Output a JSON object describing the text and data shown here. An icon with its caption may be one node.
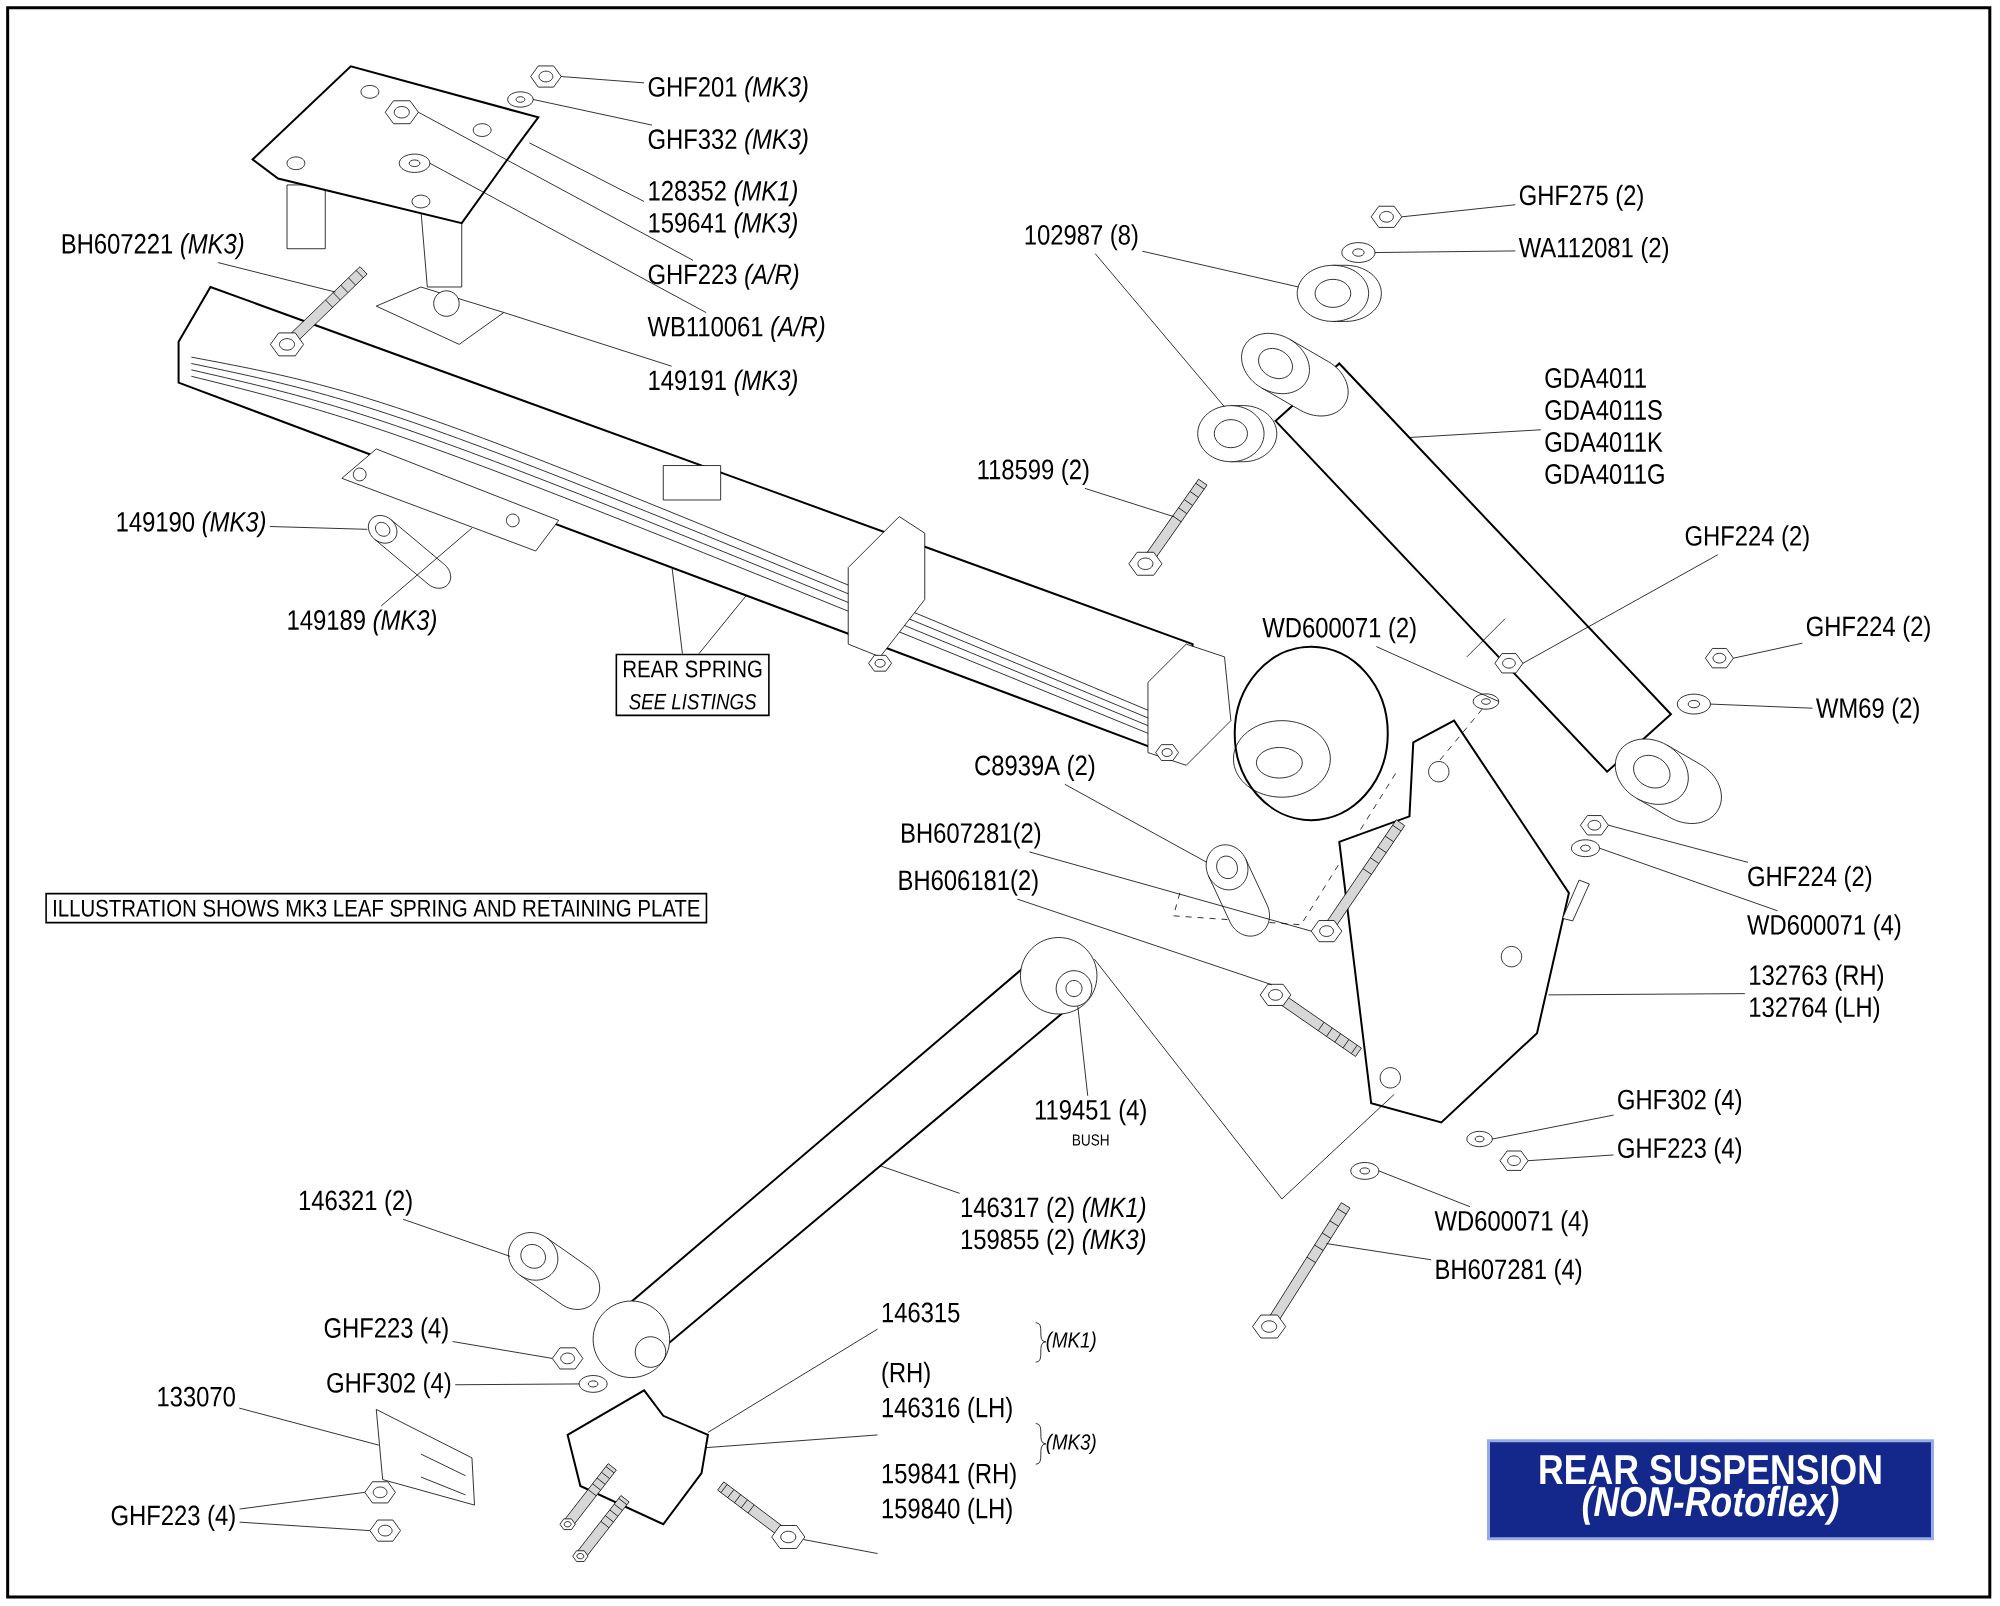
{
  "diagram": {
    "nodes": [
      {
        "text": [
          "GHF201 *(MK3)*"
        ]
      },
      {
        "text": [
          "GHF332 *(MK3)*"
        ]
      },
      {
        "text": [
          "128352 *(MK1)*",
          "159641 *(MK3)*"
        ]
      },
      {
        "text": [
          "GHF223 *(A/R)*"
        ]
      },
      {
        "text": [
          "WB110061 *(A/R)*"
        ]
      },
      {
        "text": [
          "149191 *(MK3)*"
        ]
      },
      {
        "text": [
          "BH607221 *(MK3)*"
        ]
      },
      {
        "text": [
          "149190 *(MK3)*"
        ]
      },
      {
        "text": [
          "149189 *(MK3)*"
        ]
      },
      {
        "text": [
          "REAR SPRING",
          "SEE LISTINGS"
        ]
      },
      {
        "text": [
          "ILLUSTRATION SHOWS MK3 LEAF SPRING AND RETAINING PLATE"
        ]
      },
      {
        "text": [
          "102987 (8)"
        ]
      },
      {
        "text": [
          "GHF275 (2)"
        ]
      },
      {
        "text": [
          "WA112081 (2)"
        ]
      },
      {
        "text": [
          "GDA4011",
          "GDA4011S",
          "GDA4011K",
          "GDA4011G"
        ]
      },
      {
        "text": [
          "118599 (2)"
        ]
      },
      {
        "text": [
          "GHF224 (2)"
        ]
      },
      {
        "text": [
          "WD600071 (2)"
        ]
      },
      {
        "text": [
          "GHF224 (2)"
        ]
      },
      {
        "text": [
          "WM69 (2)"
        ]
      },
      {
        "text": [
          "C8939A (2)"
        ]
      },
      {
        "text": [
          "BH607281(2)"
        ]
      },
      {
        "text": [
          "BH606181(2)"
        ]
      },
      {
        "text": [
          "GHF224 (2)"
        ]
      },
      {
        "text": [
          "WD600071 (4)"
        ]
      },
      {
        "text": [
          "132763 (RH)",
          "132764 (LH)"
        ]
      },
      {
        "text": [
          "119451 (4)",
          "BUSH"
        ]
      },
      {
        "text": [
          "GHF302 (4)"
        ]
      },
      {
        "text": [
          "GHF223 (4)"
        ]
      },
      {
        "text": [
          "WD600071 (4)"
        ]
      },
      {
        "text": [
          "BH607281 (4)"
        ]
      },
      {
        "text": [
          "146317 (2) *(MK1)*",
          "159855 (2) *(MK3)*"
        ]
      },
      {
        "text": [
          "146321 (2)"
        ]
      },
      {
        "text": [
          "GHF223 (4)"
        ]
      },
      {
        "text": [
          "GHF302 (4)"
        ]
      },
      {
        "text": [
          "133070"
        ]
      },
      {
        "text": [
          "GHF223 (4)"
        ]
      },
      {
        "text": [
          "146315",
          "(RH)",
          "146316 (LH)",
          "159841 (RH)",
          "159840 (LH)"
        ]
      },
      {
        "text": [
          "REAR SUSPENSION",
          "(NON-Rotoflex)"
        ]
      },
      {
        "text": [],
        "shape": "picture"
      },
      {
        "text": [],
        "shape": "picture"
      },
      {
        "text": [],
        "shape": "picture"
      },
      {
        "text": [],
        "shape": "picture"
      },
      {
        "text": [],
        "shape": "picture"
      },
      {
        "text": [],
        "shape": "picture"
      },
      {
        "text": [],
        "shape": "picture"
      },
      {
        "text": [],
        "shape": "picture"
      },
      {
        "text": [],
        "shape": "picture"
      },
      {
        "text": [],
        "shape": "picture"
      },
      {
        "text": [],
        "shape": "picture"
      },
      {
        "text": [],
        "shape": "picture"
      },
      {
        "text": [],
        "shape": "picture"
      },
      {
        "text": [],
        "shape": "picture"
      },
      {
        "text": [],
        "shape": "picture"
      },
      {
        "text": [],
        "shape": "picture"
      },
      {
        "text": [],
        "shape": "picture"
      },
      {
        "text": [],
        "shape": "picture"
      },
      {
        "text": [],
        "shape": "picture"
      },
      {
        "text": [],
        "shape": "picture"
      },
      {
        "text": [],
        "shape": "picture"
      },
      {
        "text": [],
        "shape": "picture"
      },
      {
        "text": [],
        "shape": "picture"
      },
      {
        "text": [],
        "shape": "picture"
      },
      {
        "text": [],
        "shape": "picture"
      },
      {
        "text": [],
        "shape": "picture"
      },
      {
        "text": [],
        "shape": "picture"
      },
      {
        "text": [],
        "shape": "picture"
      },
      {
        "text": [],
        "shape": "picture"
      },
      {
        "text": [],
        "shape": "picture"
      },
      {
        "text": [],
        "shape": "picture"
      },
      {
        "text": [],
        "shape": "picture"
      },
      {
        "text": [],
        "shape": "picture"
      },
      {
        "text": [],
        "shape": "picture"
      },
      {
        "text": [],
        "shape": "picture"
      },
      {
        "text": [],
        "shape": "picture"
      },
      {
        "text": [],
        "shape": "picture"
      }
    ],
    "edges": [
      {
        "from": 0,
        "to": 39,
        "arrow": "none"
      },
      {
        "from": 1,
        "to": 40,
        "arrow": "none"
      },
      {
        "from": 2,
        "to": null,
        "arrow": "none"
      },
      {
        "from": 3,
        "to": 41,
        "arrow": "none"
      },
      {
        "from": 4,
        "to": 42,
        "arrow": "none"
      },
      {
        "from": 5,
        "to": 43,
        "arrow": "none"
      },
      {
        "from": 6,
        "to": 44,
        "arrow": "none"
      },
      {
        "from": 7,
        "to": 45,
        "arrow": "none"
      },
      {
        "from": 8,
        "to": 46,
        "arrow": "none"
      },
      {
        "from": 9,
        "to": null,
        "arrow": "none"
      },
      {
        "from": 9,
        "to": null,
        "arrow": "none"
      },
      {
        "from": 11,
        "to": 47,
        "arrow": "none"
      },
      {
        "from": 11,
        "to": 48,
        "arrow": "none"
      },
      {
        "from": 12,
        "to": 49,
        "arrow": "none"
      },
      {
        "from": 13,
        "to": 50,
        "arrow": "none"
      },
      {
        "from": 14,
        "to": null,
        "arrow": "none"
      },
      {
        "from": 15,
        "to": 51,
        "arrow": "none"
      },
      {
        "from": 16,
        "to": 52,
        "arrow": "none"
      },
      {
        "from": 17,
        "to": 53,
        "arrow": "none"
      },
      {
        "from": 18,
        "to": 54,
        "arrow": "none"
      },
      {
        "from": 19,
        "to": 55,
        "arrow": "none"
      },
      {
        "from": 20,
        "to": 56,
        "arrow": "none"
      },
      {
        "from": 21,
        "to": 57,
        "arrow": "none"
      },
      {
        "from": 22,
        "to": 58,
        "arrow": "none"
      },
      {
        "from": 23,
        "to": 59,
        "arrow": "none"
      },
      {
        "from": 24,
        "to": 60,
        "arrow": "none"
      },
      {
        "from": 25,
        "to": 74,
        "arrow": "none"
      },
      {
        "from": 26,
        "to": 72,
        "arrow": "none"
      },
      {
        "from": 27,
        "to": 61,
        "arrow": "none"
      },
      {
        "from": 28,
        "to": 62,
        "arrow": "none"
      },
      {
        "from": 29,
        "to": 63,
        "arrow": "none"
      },
      {
        "from": 30,
        "to": 64,
        "arrow": "none"
      },
      {
        "from": 31,
        "to": 75,
        "arrow": "none"
      },
      {
        "from": 32,
        "to": 65,
        "arrow": "none"
      },
      {
        "from": 33,
        "to": 66,
        "arrow": "none"
      },
      {
        "from": 34,
        "to": 67,
        "arrow": "none"
      },
      {
        "from": 35,
        "to": 68,
        "arrow": "none"
      },
      {
        "from": 36,
        "to": 69,
        "arrow": "none"
      },
      {
        "from": 36,
        "to": 70,
        "arrow": "none"
      },
      {
        "from": 37,
        "to": 73,
        "arrow": "none"
      },
      {
        "from": 37,
        "to": 73,
        "arrow": "none"
      },
      {
        "from": 37,
        "to": 71,
        "arrow": "none"
      },
      {
        "from": 75,
        "to": 74,
        "arrow": "none"
      },
      {
        "from": 53,
        "to": 74,
        "arrow": "none",
        "style": "dashed"
      }
    ],
    "labels": [
      "*(MK1)*",
      "*(MK3)*"
    ]
  }
}
